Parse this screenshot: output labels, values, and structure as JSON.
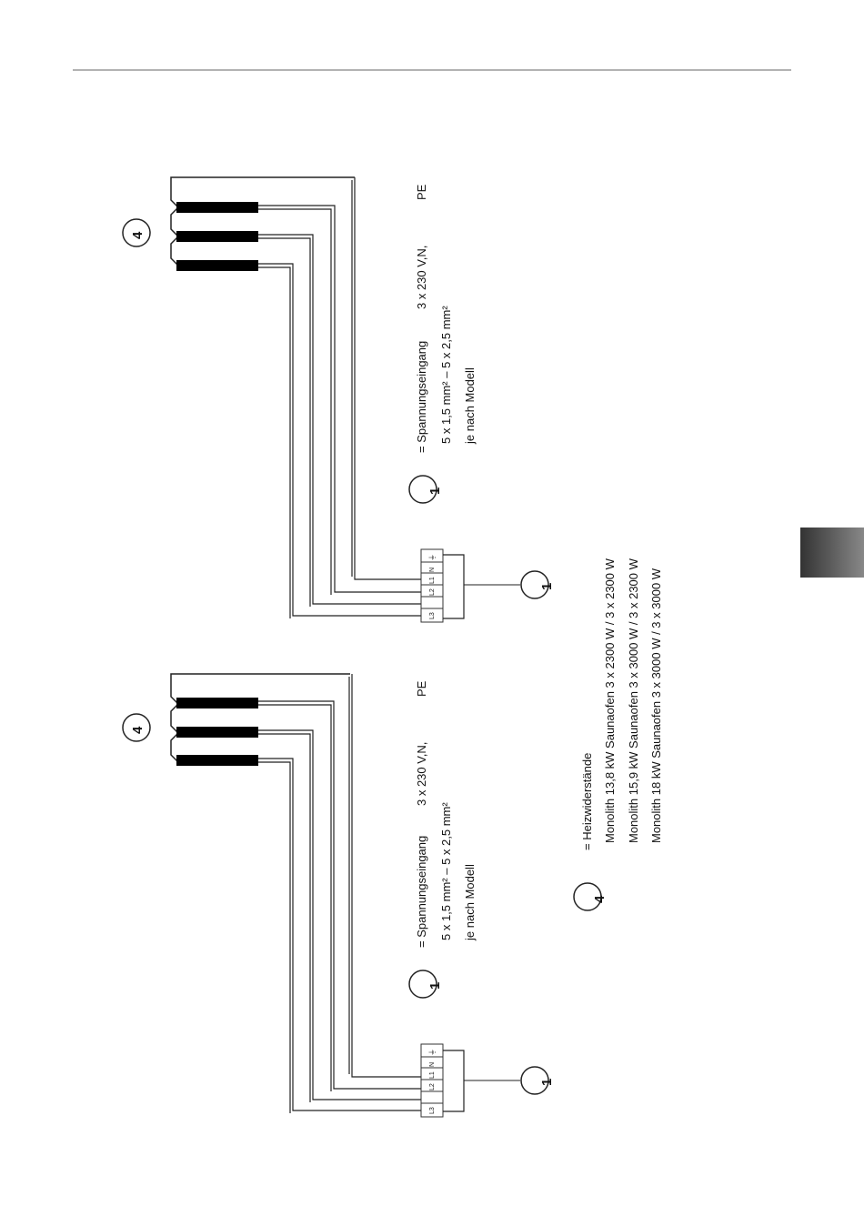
{
  "circle_labels": {
    "input": "1",
    "heater": "4"
  },
  "legend_top": {
    "line1_label": "= Spannungseingang",
    "line1_value": "3 x 230 V,N,",
    "line1_pe": "PE",
    "line2": "5 x 1,5 mm² – 5 x 2,5 mm²",
    "line3": "je nach Modell"
  },
  "legend_bottom": {
    "input_line1_label": "= Spannungseingang",
    "input_line1_value": "3 x 230 V,N,",
    "input_line1_pe": "PE",
    "input_line2": "5 x 1,5 mm² – 5 x 2,5 mm²",
    "input_line3": "je nach Modell",
    "heater_title": "= Heizwiderstände",
    "heater_models": [
      "Monolith 13,8 kW Saunaofen 3 x 2300 W / 3 x 2300 W",
      "Monolith 15,9 kW Saunaofen 3 x 3000 W / 3 x 2300 W",
      "Monolith 18 kW Saunaofen 3 x 3000 W / 3 x 3000 W"
    ]
  },
  "terminal_labels": [
    "⏚",
    "N",
    "L1",
    "L2",
    "L3"
  ],
  "colors": {
    "rule": "#999999",
    "wire": "#222222",
    "element": "#000000",
    "tab": "#555555"
  }
}
